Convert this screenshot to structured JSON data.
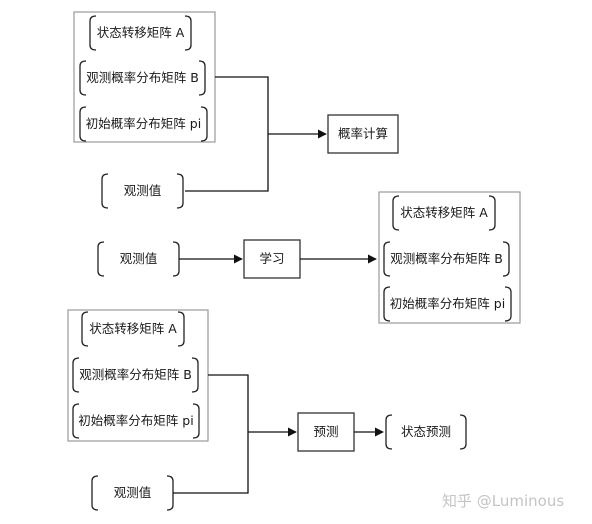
{
  "state_transition_matrix": "状态转移矩阵 A",
  "observation_prob_matrix": "观测概率分布矩阵 B",
  "initial_prob_matrix": "初始概率分布矩阵 pi",
  "observations": "观测值",
  "compute_probability": "概率计算",
  "learning": "学习",
  "prediction": "预测",
  "state_prediction": "状态预测",
  "watermark": "知乎 @Luminous"
}
